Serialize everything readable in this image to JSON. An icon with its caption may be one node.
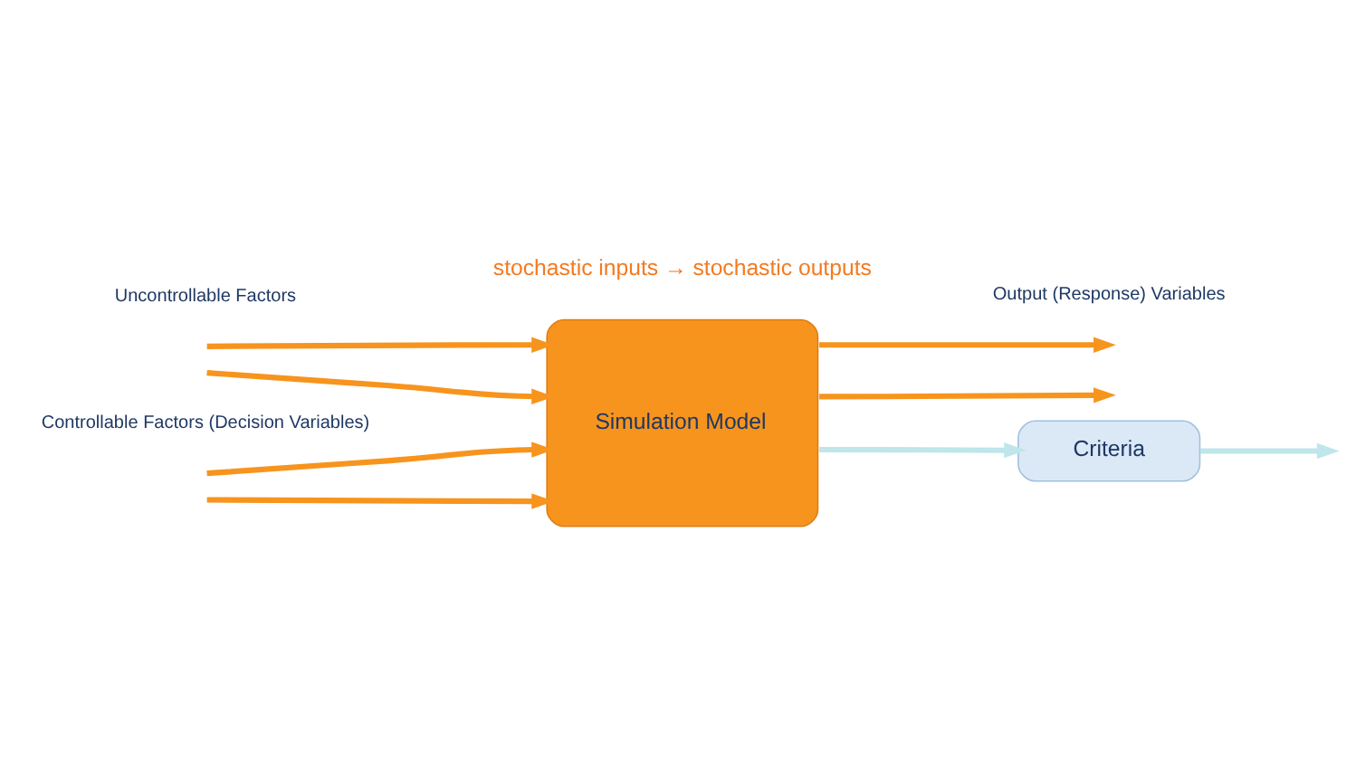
{
  "diagram": {
    "nodes": [
      {
        "text": [
          "Simulation Model"
        ]
      },
      {
        "text": [
          "Criteria"
        ]
      }
    ],
    "edges": [
      {
        "from": null,
        "to": 0,
        "arrow": "to"
      },
      {
        "from": null,
        "to": 0,
        "arrow": "to"
      },
      {
        "from": null,
        "to": 0,
        "arrow": "to"
      },
      {
        "from": null,
        "to": 0,
        "arrow": "to"
      },
      {
        "from": 0,
        "to": null,
        "arrow": "to"
      },
      {
        "from": 0,
        "to": null,
        "arrow": "to"
      },
      {
        "from": 0,
        "to": 1,
        "arrow": "to",
        "color": "#bfe6ea"
      },
      {
        "from": 1,
        "to": null,
        "arrow": "to",
        "color": "#bfe6ea"
      }
    ],
    "labels": [
      "stochastic inputs → stochastic outputs",
      "Uncontrollable Factors",
      "Controllable Factors (Decision Variables)",
      "Output (Response) Variables"
    ]
  }
}
